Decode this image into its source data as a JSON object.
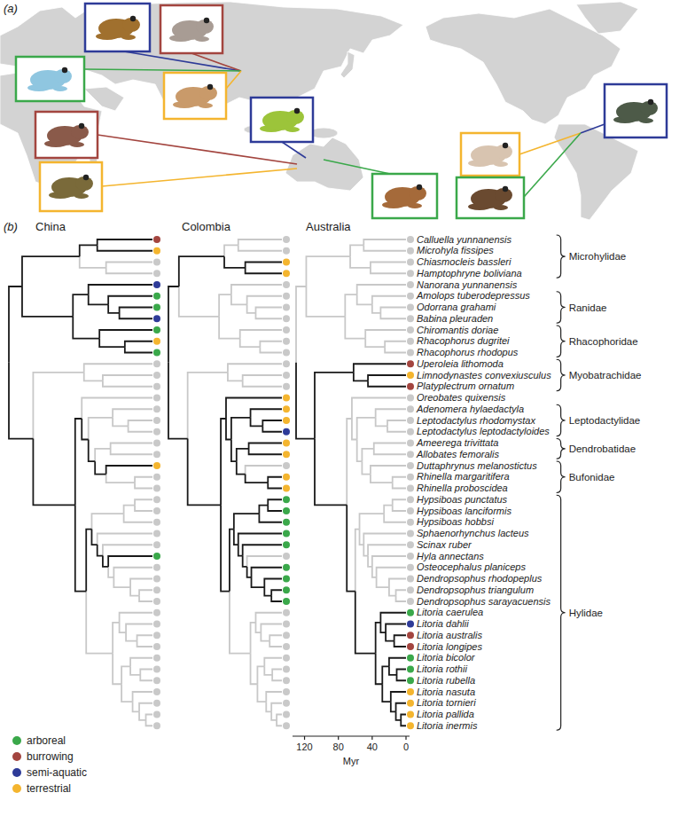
{
  "diagram": {
    "labels": [
      "(a)",
      "(b)",
      "China",
      "Colombia",
      "Australia",
      "Calluella yunnanensis",
      "Microhyla fissipes",
      "Chiasmocleis bassleri",
      "Hamptophryne boliviana",
      "Nanorana yunnanensis",
      "Amolops tuberodepressus",
      "Odorrana grahami",
      "Babina pleuraden",
      "Chiromantis doriae",
      "Rhacophorus dugritei",
      "Rhacophorus rhodopus",
      "Uperoleia lithomoda",
      "Limnodynastes convexiusculus",
      "Platyplectrum ornatum",
      "Oreobates quixensis",
      "Adenomera hylaedactyla",
      "Leptodactylus rhodomystax",
      "Leptodactylus leptodactyloides",
      "Ameerega trivittata",
      "Allobates femoralis",
      "Duttaphrynus melanostictus",
      "Rhinella margaritifera",
      "Rhinella proboscidea",
      "Hypsiboas punctatus",
      "Hypsiboas lanciformis",
      "Hypsiboas hobbsi",
      "Sphaenorhynchus lacteus",
      "Scinax ruber",
      "Hyla annectans",
      "Osteocephalus planiceps",
      "Dendropsophus rhodopeplus",
      "Dendropsophus triangulum",
      "Dendropsophus sarayacuensis",
      "Litoria caerulea",
      "Litoria dahlii",
      "Litoria australis",
      "Litoria longipes",
      "Litoria bicolor",
      "Litoria rothii",
      "Litoria rubella",
      "Litoria nasuta",
      "Litoria tornieri",
      "Litoria pallida",
      "Litoria inermis",
      "Microhylidae",
      "Ranidae",
      "Rhacophoridae",
      "Myobatrachidae",
      "Leptodactylidae",
      "Dendrobatidae",
      "Bufonidae",
      "Hylidae",
      "120",
      "80",
      "40",
      "0",
      "Myr"
    ],
    "legend": [
      {
        "text": "arboreal",
        "color": "#3aa84a"
      },
      {
        "text": "burrowing",
        "color": "#a3453f"
      },
      {
        "text": "semi-aquatic",
        "color": "#2e3b98"
      },
      {
        "text": "terrestrial",
        "color": "#f4b52f"
      }
    ]
  }
}
